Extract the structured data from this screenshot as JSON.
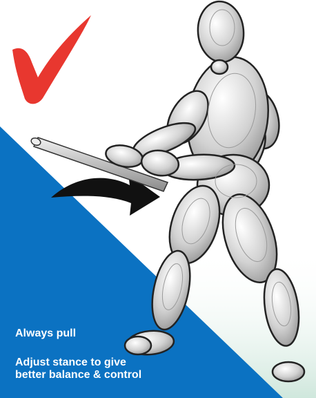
{
  "captions": {
    "primary": "Always pull",
    "secondary_line1": "Adjust stance to give",
    "secondary_line2": "better balance & control"
  },
  "icons": {
    "check": "checkmark-icon",
    "arrow": "curved-arrow-icon"
  },
  "colors": {
    "panel_blue": "#0b72c2",
    "check_red": "#e8372f",
    "arrow_black": "#111111",
    "gradient_green": "#cfe7dc",
    "figure_grey": "#c9c9c9"
  }
}
